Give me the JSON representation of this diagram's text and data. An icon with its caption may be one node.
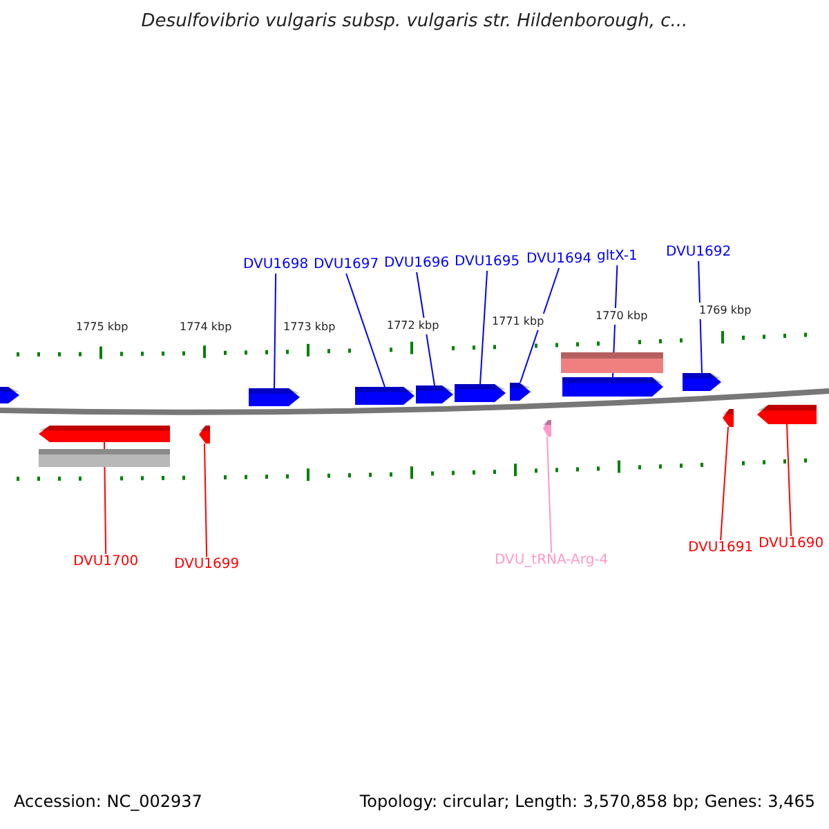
{
  "diagram": {
    "title": "Desulfovibrio vulgaris subsp. vulgaris str. Hildenborough, c...",
    "nodes": [
      {
        "text": [
          "DVU1698"
        ]
      },
      {
        "text": [
          "DVU1697"
        ]
      },
      {
        "text": [
          "DVU1696"
        ]
      },
      {
        "text": [
          "DVU1695"
        ]
      },
      {
        "text": [
          "DVU1694"
        ]
      },
      {
        "text": [
          "gltX-1"
        ]
      },
      {
        "text": [
          "DVU1692"
        ]
      },
      {
        "text": [],
        "shape": "bar"
      },
      {
        "text": [],
        "shape": "arrow"
      },
      {
        "text": [],
        "shape": "arrow"
      },
      {
        "text": [],
        "shape": "arrow"
      },
      {
        "text": [],
        "shape": "arrow"
      },
      {
        "text": [],
        "shape": "arrow"
      },
      {
        "text": [],
        "shape": "arrow"
      },
      {
        "text": [],
        "shape": "arrow"
      },
      {
        "text": [],
        "shape": "arrow"
      },
      {
        "text": [],
        "shape": "arrow"
      },
      {
        "text": [],
        "shape": "arrow"
      },
      {
        "text": [],
        "shape": "arrow"
      },
      {
        "text": [],
        "shape": "arrow"
      },
      {
        "text": [],
        "shape": "arrow"
      },
      {
        "text": [],
        "shape": "bar"
      },
      {
        "text": [
          "DVU1700"
        ]
      },
      {
        "text": [
          "DVU1699"
        ]
      },
      {
        "text": [
          "DVU_tRNA-Arg-4"
        ]
      },
      {
        "text": [
          "DVU1691"
        ]
      },
      {
        "text": [
          "DVU1690"
        ]
      }
    ],
    "edges": [
      {
        "from": 0,
        "to": 9,
        "arrow": "none"
      },
      {
        "from": 1,
        "to": 10,
        "arrow": "none"
      },
      {
        "from": 2,
        "to": 11,
        "arrow": "none"
      },
      {
        "from": 3,
        "to": 12,
        "arrow": "none"
      },
      {
        "from": 4,
        "to": 13,
        "arrow": "none"
      },
      {
        "from": 5,
        "to": 14,
        "arrow": "none"
      },
      {
        "from": 6,
        "to": 15,
        "arrow": "none"
      },
      {
        "from": 22,
        "to": 16,
        "arrow": "none",
        "color": "#ff0000"
      },
      {
        "from": 23,
        "to": 17,
        "arrow": "none",
        "color": "#ff0000"
      },
      {
        "from": 24,
        "to": 18,
        "arrow": "none",
        "color": "#ff99cc"
      },
      {
        "from": 25,
        "to": 19,
        "arrow": "none",
        "color": "#ff0000"
      },
      {
        "from": 26,
        "to": 20,
        "arrow": "none",
        "color": "#ff0000"
      }
    ],
    "labels": [
      "1775 kbp",
      "1774 kbp",
      "1773 kbp",
      "1772 kbp",
      "1771 kbp",
      "1770 kbp",
      "1769 kbp",
      "Accession: NC_002937",
      "Topology: circular; Length: 3,570,858 bp; Genes: 3,465"
    ]
  }
}
